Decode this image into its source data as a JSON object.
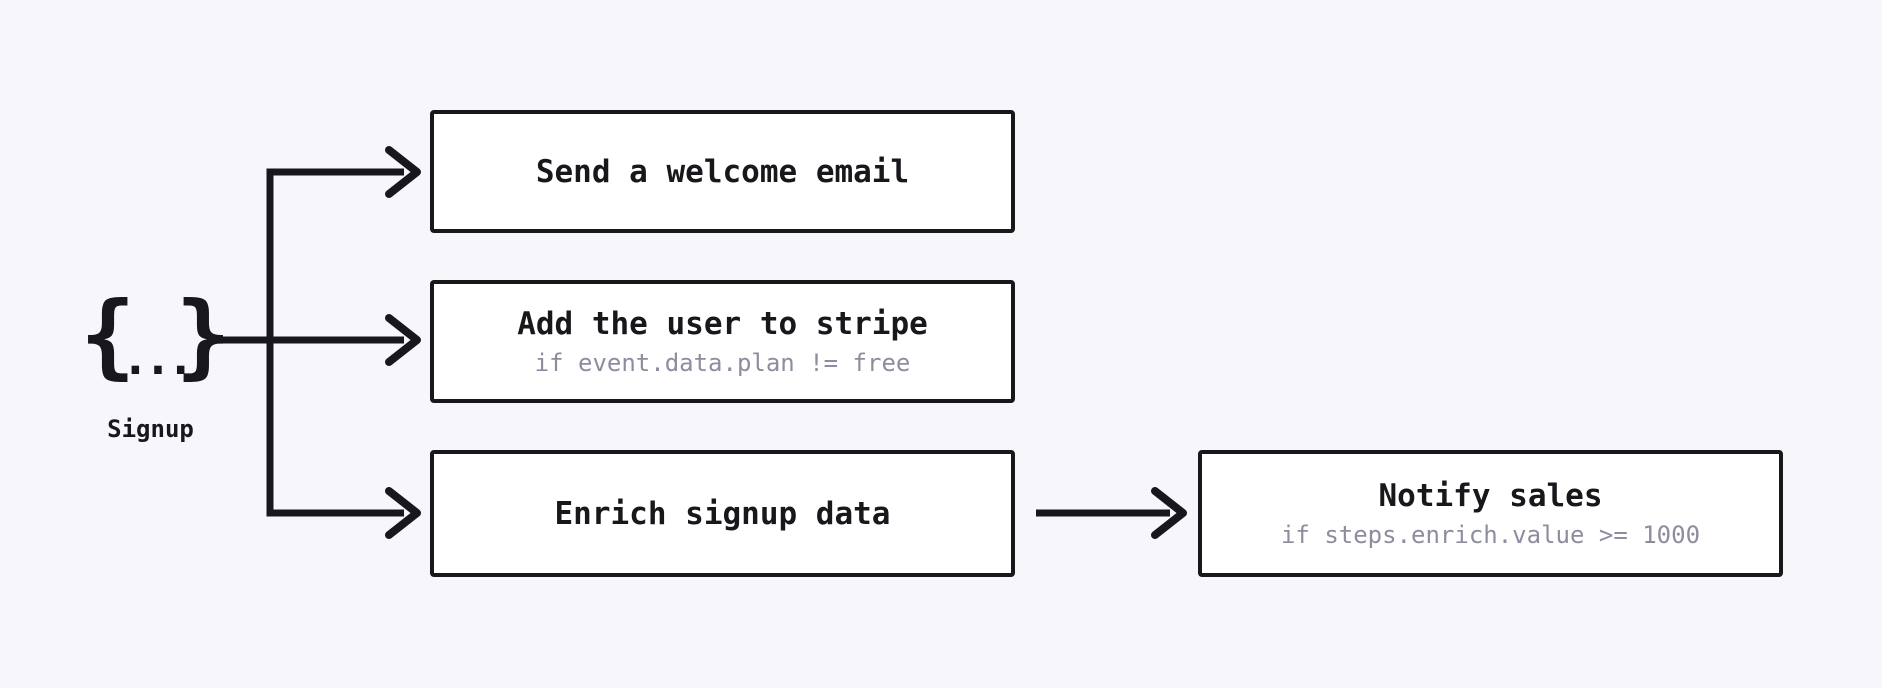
{
  "diagram": {
    "event": {
      "brace_open": "{",
      "dots": "...",
      "brace_close": "}",
      "label": "Signup"
    },
    "nodes": {
      "welcome": {
        "title": "Send a welcome email"
      },
      "stripe": {
        "title": "Add the user to stripe",
        "condition": "if event.data.plan != free"
      },
      "enrich": {
        "title": "Enrich signup data"
      },
      "notify": {
        "title": "Notify sales",
        "condition": "if steps.enrich.value >= 1000"
      }
    },
    "colors": {
      "background": "#f7f7fb",
      "node_background": "#ffffff",
      "stroke": "#17171c",
      "condition_text": "#8d8da0"
    }
  }
}
